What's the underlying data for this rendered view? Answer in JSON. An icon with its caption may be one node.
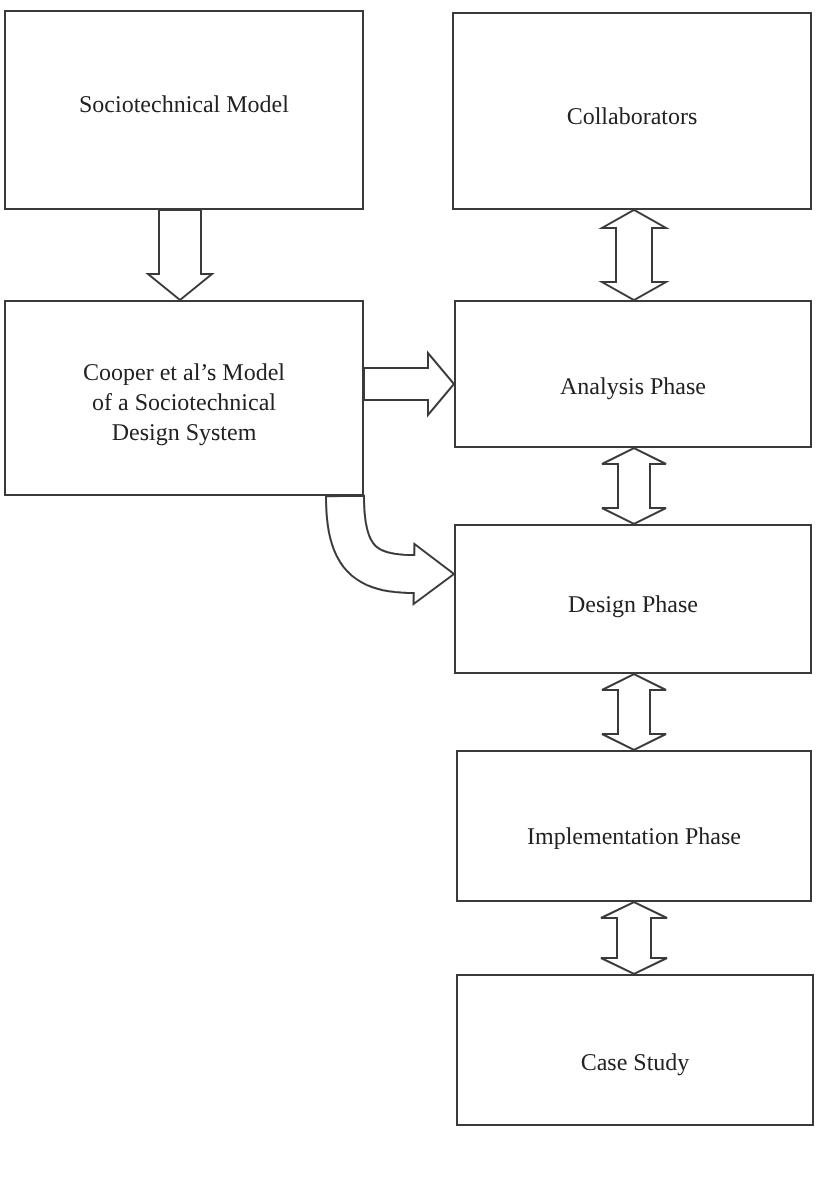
{
  "diagram": {
    "nodes": [
      {
        "text": [
          "Sociotechnical Model"
        ]
      },
      {
        "text": [
          "Collaborators"
        ]
      },
      {
        "text": [
          "Cooper et al’s Model of a Sociotechnical Design System"
        ]
      },
      {
        "text": [
          "Analysis Phase"
        ]
      },
      {
        "text": [
          "Design Phase"
        ]
      },
      {
        "text": [
          "Implementation Phase"
        ]
      },
      {
        "text": [
          "Case Study"
        ]
      }
    ],
    "edges": [
      {
        "from": 0,
        "to": 2,
        "arrow": "to"
      },
      {
        "from": 1,
        "to": 3,
        "arrow": "both"
      },
      {
        "from": 2,
        "to": 3,
        "arrow": "to"
      },
      {
        "from": 2,
        "to": 4,
        "arrow": "to"
      },
      {
        "from": 3,
        "to": 4,
        "arrow": "both"
      },
      {
        "from": 4,
        "to": 5,
        "arrow": "both"
      },
      {
        "from": 5,
        "to": 6,
        "arrow": "both"
      }
    ]
  }
}
